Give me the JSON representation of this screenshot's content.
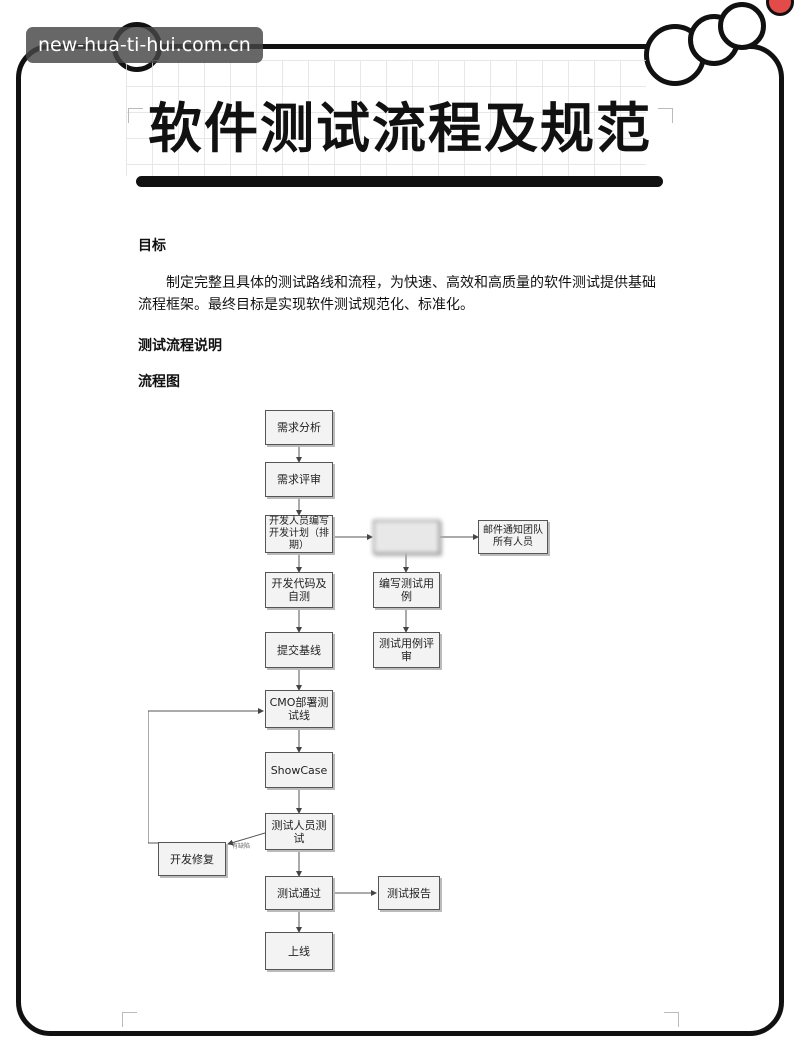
{
  "watermark": "new-hua-ti-hui.com.cn",
  "title": "软件测试流程及规范",
  "sections": {
    "goal_heading": "目标",
    "goal_text": "制定完整且具体的测试路线和流程，为快速、高效和高质量的软件测试提供基础流程框架。最终目标是实现软件测试规范化、标准化。",
    "process_heading": "测试流程说明",
    "flow_heading": "流程图"
  },
  "flowchart": {
    "main": [
      "需求分析",
      "需求评审",
      "开发人员编写开发计划（排期）",
      "开发代码及自测",
      "提交基线",
      "CMO部署测试线",
      "ShowCase",
      "测试人员测试",
      "测试通过",
      "上线"
    ],
    "blurred_box": "",
    "right_branch": [
      "编写测试用例",
      "测试用例评审"
    ],
    "notify": "邮件通知团队所有人员",
    "fix": "开发修复",
    "report": "测试报告",
    "fix_edge_label": "有缺陷"
  }
}
